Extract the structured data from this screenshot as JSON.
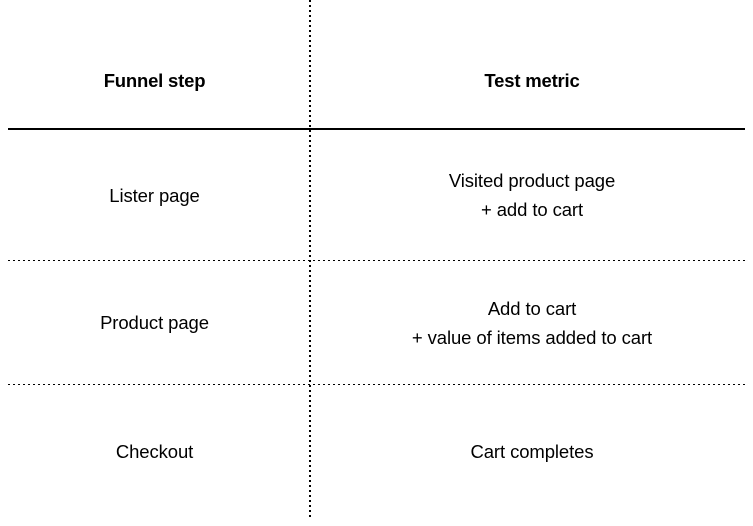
{
  "table": {
    "columns": [
      {
        "key": "funnel_step",
        "header": "Funnel step"
      },
      {
        "key": "test_metric",
        "header": "Test metric"
      }
    ],
    "rows": [
      {
        "funnel_step": "Lister page",
        "test_metric": "Visited product page\n+ add to cart"
      },
      {
        "funnel_step": "Product page",
        "test_metric": "Add to cart\n+ value of items added to cart"
      },
      {
        "funnel_step": "Checkout",
        "test_metric": "Cart completes"
      }
    ]
  },
  "style": {
    "background_color": "#ffffff",
    "text_color": "#000000",
    "rule_color": "#000000"
  }
}
